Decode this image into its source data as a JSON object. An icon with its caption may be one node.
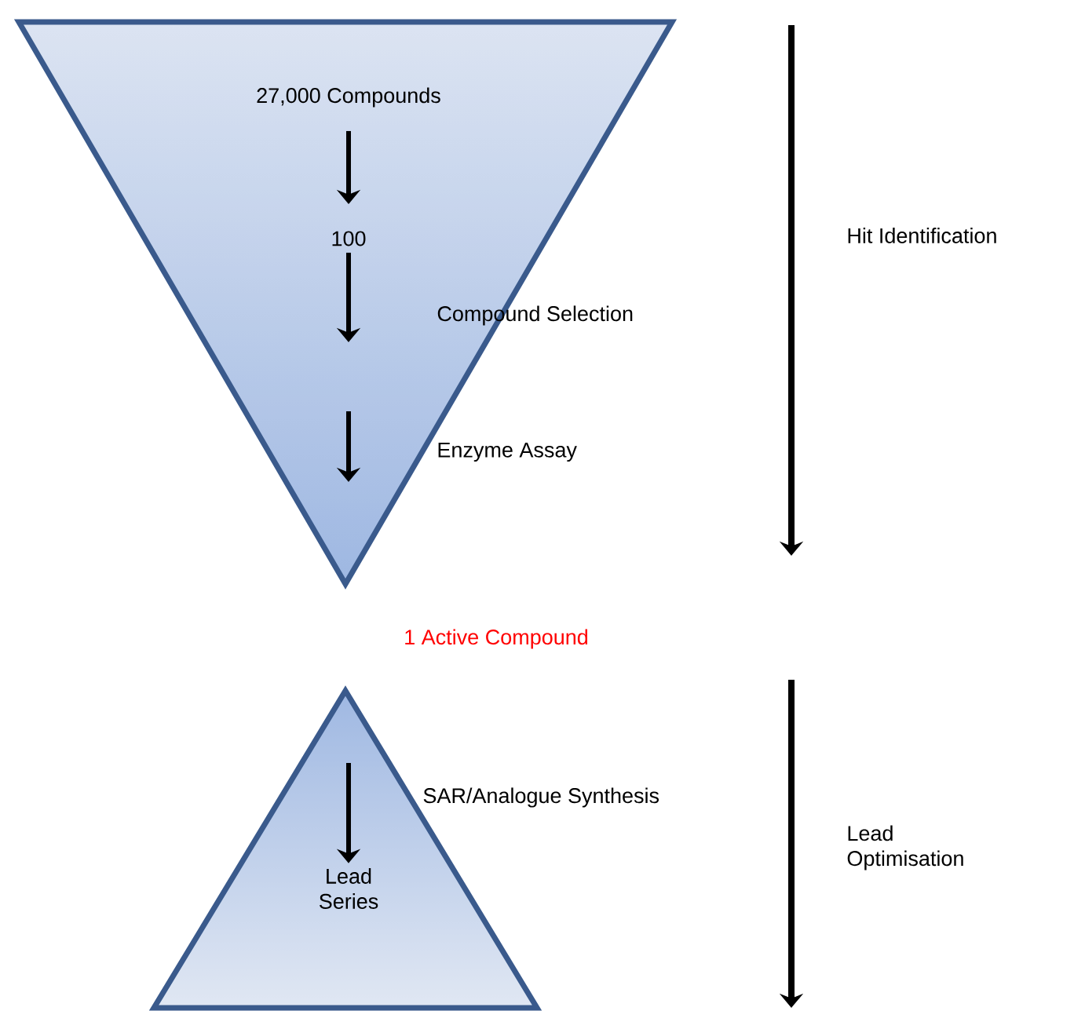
{
  "diagram": {
    "nodes": [
      {
        "text": [],
        "shape": "triangle"
      },
      {
        "text": [
          "27,000 Compounds"
        ],
        "in": 0
      },
      {
        "text": [
          "100"
        ],
        "in": 0
      },
      {
        "text": [
          "1 Active Compound"
        ]
      },
      {
        "text": [],
        "shape": "triangle"
      },
      {
        "text": [
          "Lead Series"
        ],
        "in": 4
      }
    ],
    "edges": [
      {
        "from": 1,
        "to": 2,
        "arrow": "to"
      },
      {
        "from": 2,
        "to": null,
        "arrow": "to",
        "label": "Compound Selection"
      },
      {
        "from": null,
        "to": 5,
        "arrow": "to",
        "label": "SAR/Analogue Synthesis"
      }
    ],
    "labels": [
      "Enzyme Assay",
      "Hit Identification",
      "Lead Optimisation"
    ]
  }
}
